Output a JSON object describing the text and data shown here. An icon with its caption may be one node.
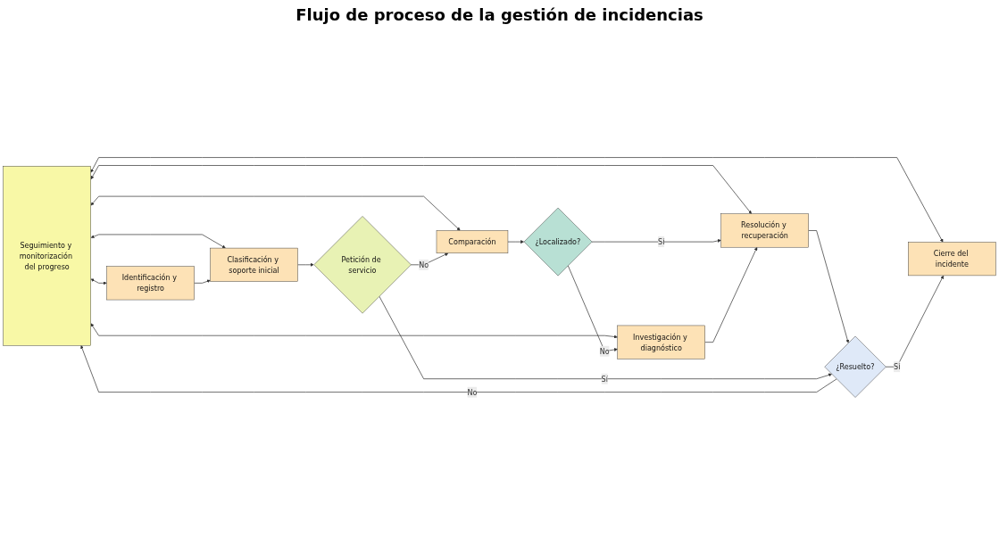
{
  "diagram": {
    "title": "Flujo de proceso de la gestión de incidencias",
    "nodes": [
      {
        "text": [
          "Seguimiento y monitorización del progreso"
        ]
      },
      {
        "text": [
          "Identificación y registro"
        ]
      },
      {
        "text": [
          "Clasificación y soporte inicial"
        ]
      },
      {
        "text": [
          "Comparación"
        ]
      },
      {
        "text": [
          "Investigación y diagnóstico"
        ]
      },
      {
        "text": [
          "Resolución y recuperación"
        ]
      },
      {
        "text": [
          "Cierre del incidente"
        ]
      },
      {
        "text": [
          "¿Localizado?"
        ]
      },
      {
        "text": [
          "¿Resuelto?"
        ]
      },
      {
        "text": [
          "Petición de servicio"
        ]
      }
    ],
    "edges": [
      {
        "from": 0,
        "to": 1,
        "arrow": "both"
      },
      {
        "from": 0,
        "to": 2,
        "arrow": "both"
      },
      {
        "from": 0,
        "to": 3,
        "arrow": "both"
      },
      {
        "from": 0,
        "to": 4,
        "arrow": "both"
      },
      {
        "from": 0,
        "to": 5,
        "arrow": "both"
      },
      {
        "from": 0,
        "to": 6,
        "arrow": "both"
      },
      {
        "from": 1,
        "to": 2,
        "arrow": "to"
      },
      {
        "from": 2,
        "to": 9,
        "arrow": "to"
      },
      {
        "from": 9,
        "to": 3,
        "arrow": "to",
        "label": "No"
      },
      {
        "from": 3,
        "to": 7,
        "arrow": "to"
      },
      {
        "from": 7,
        "to": 4,
        "arrow": "to",
        "label": "No"
      },
      {
        "from": 7,
        "to": 5,
        "arrow": "to",
        "label": "Sí"
      },
      {
        "from": 4,
        "to": 5,
        "arrow": "to"
      },
      {
        "from": 5,
        "to": 8,
        "arrow": "to"
      },
      {
        "from": 8,
        "to": 0,
        "arrow": "to",
        "label": "No"
      },
      {
        "from": 8,
        "to": 6,
        "arrow": "to",
        "label": "Sí"
      },
      {
        "from": 9,
        "to": 8,
        "arrow": "to",
        "label": "Sí"
      }
    ]
  }
}
